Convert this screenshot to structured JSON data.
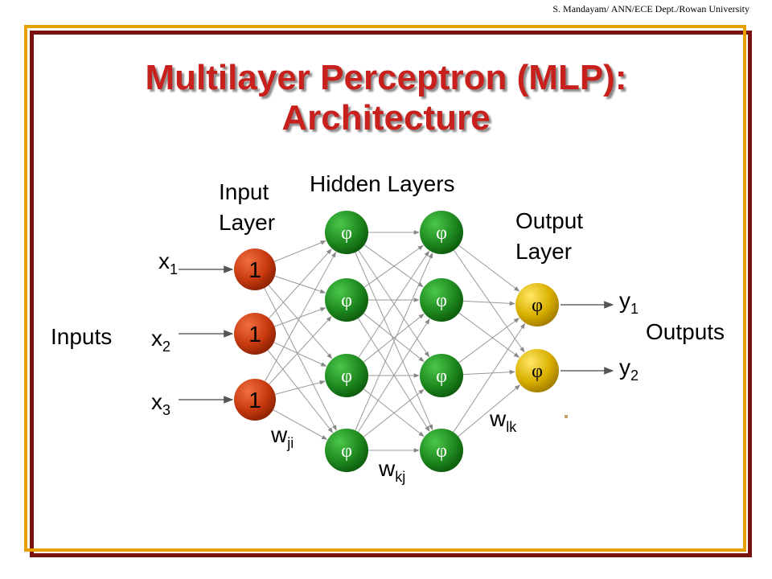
{
  "header": {
    "credit": "S. Mandayam/ ANN/ECE Dept./Rowan University"
  },
  "title": {
    "line1": "Multilayer Perceptron (MLP):",
    "line2": "Architecture"
  },
  "labels": {
    "input_layer_1": "Input",
    "input_layer_2": "Layer",
    "hidden_layers": "Hidden Layers",
    "output_layer_1": "Output",
    "output_layer_2": "Layer",
    "inputs": "Inputs",
    "outputs": "Outputs"
  },
  "inputs": [
    {
      "var": "x",
      "sub": "1"
    },
    {
      "var": "x",
      "sub": "2"
    },
    {
      "var": "x",
      "sub": "3"
    }
  ],
  "outputs": [
    {
      "var": "y",
      "sub": "1"
    },
    {
      "var": "y",
      "sub": "2"
    }
  ],
  "weights": [
    {
      "var": "w",
      "sub": "ji"
    },
    {
      "var": "w",
      "sub": "kj"
    },
    {
      "var": "w",
      "sub": "lk"
    }
  ],
  "nodes": {
    "input_symbol": "1",
    "hidden_symbol": "φ",
    "output_symbol": "φ"
  },
  "colors": {
    "title": "#c8201c",
    "input_node": "#c83a10",
    "hidden_node": "#1f8a1f",
    "output_node": "#d9b000",
    "frame_outer": "#7b1212",
    "frame_inner": "#e8a000"
  }
}
